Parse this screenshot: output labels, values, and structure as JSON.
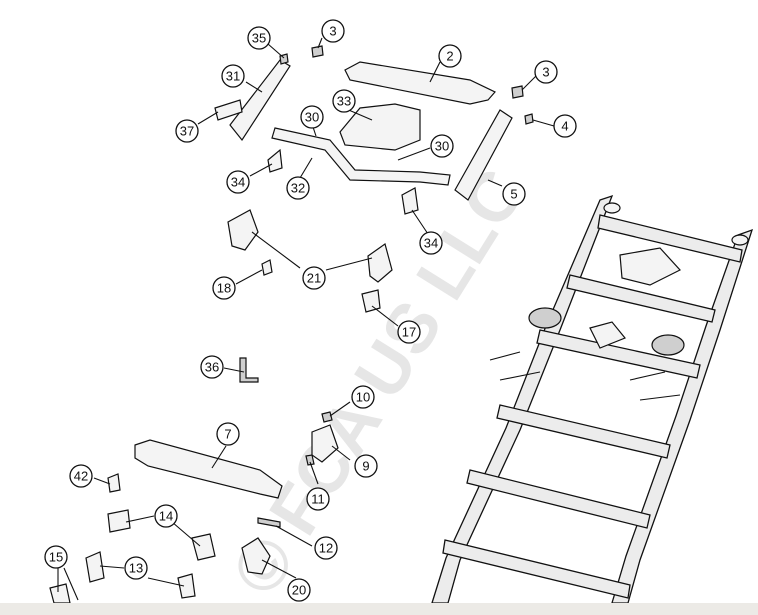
{
  "watermark": "© FCA US LLC",
  "callouts": [
    "35",
    "3",
    "2",
    "3",
    "31",
    "33",
    "4",
    "37",
    "30",
    "30",
    "34",
    "32",
    "5",
    "34",
    "21",
    "18",
    "17",
    "36",
    "10",
    "7",
    "9",
    "42",
    "11",
    "14",
    "12",
    "15",
    "13",
    "20"
  ]
}
